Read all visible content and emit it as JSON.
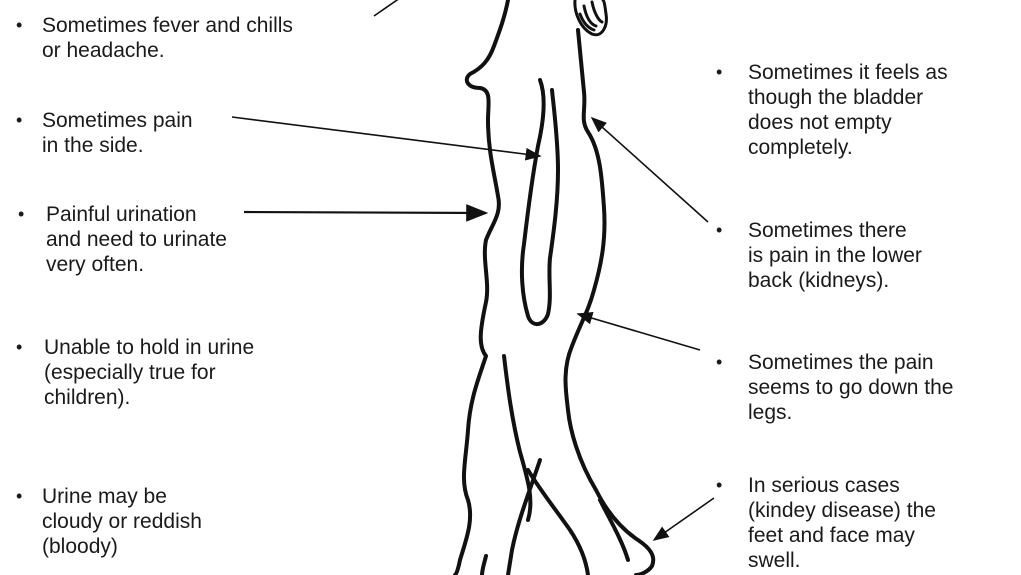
{
  "bullet_glyph": "•",
  "left_notes": [
    {
      "id": "fever",
      "lines": [
        "Sometimes fever and chills",
        "or headache."
      ]
    },
    {
      "id": "side-pain",
      "lines": [
        "Sometimes pain",
        "in the side."
      ]
    },
    {
      "id": "painful-urination",
      "lines": [
        "Painful urination",
        "and need to urinate",
        "very often."
      ]
    },
    {
      "id": "incontinence",
      "lines": [
        "Unable to hold in urine",
        "(especially true for",
        "children)."
      ]
    },
    {
      "id": "cloudy-urine",
      "lines": [
        "Urine may be",
        "cloudy or reddish",
        "(bloody)"
      ]
    }
  ],
  "right_notes": [
    {
      "id": "bladder",
      "lines": [
        "Sometimes it feels as",
        "though the bladder",
        "does not empty",
        "completely."
      ]
    },
    {
      "id": "back-pain",
      "lines": [
        "Sometimes there",
        "is pain in the lower",
        "back (kidneys)."
      ]
    },
    {
      "id": "leg-pain",
      "lines": [
        "Sometimes the pain",
        "seems to go down the",
        "legs."
      ]
    },
    {
      "id": "swelling",
      "lines": [
        "In serious cases",
        "(kindey disease) the",
        "feet and face may",
        "swell."
      ]
    }
  ],
  "ink_color": "#111111"
}
